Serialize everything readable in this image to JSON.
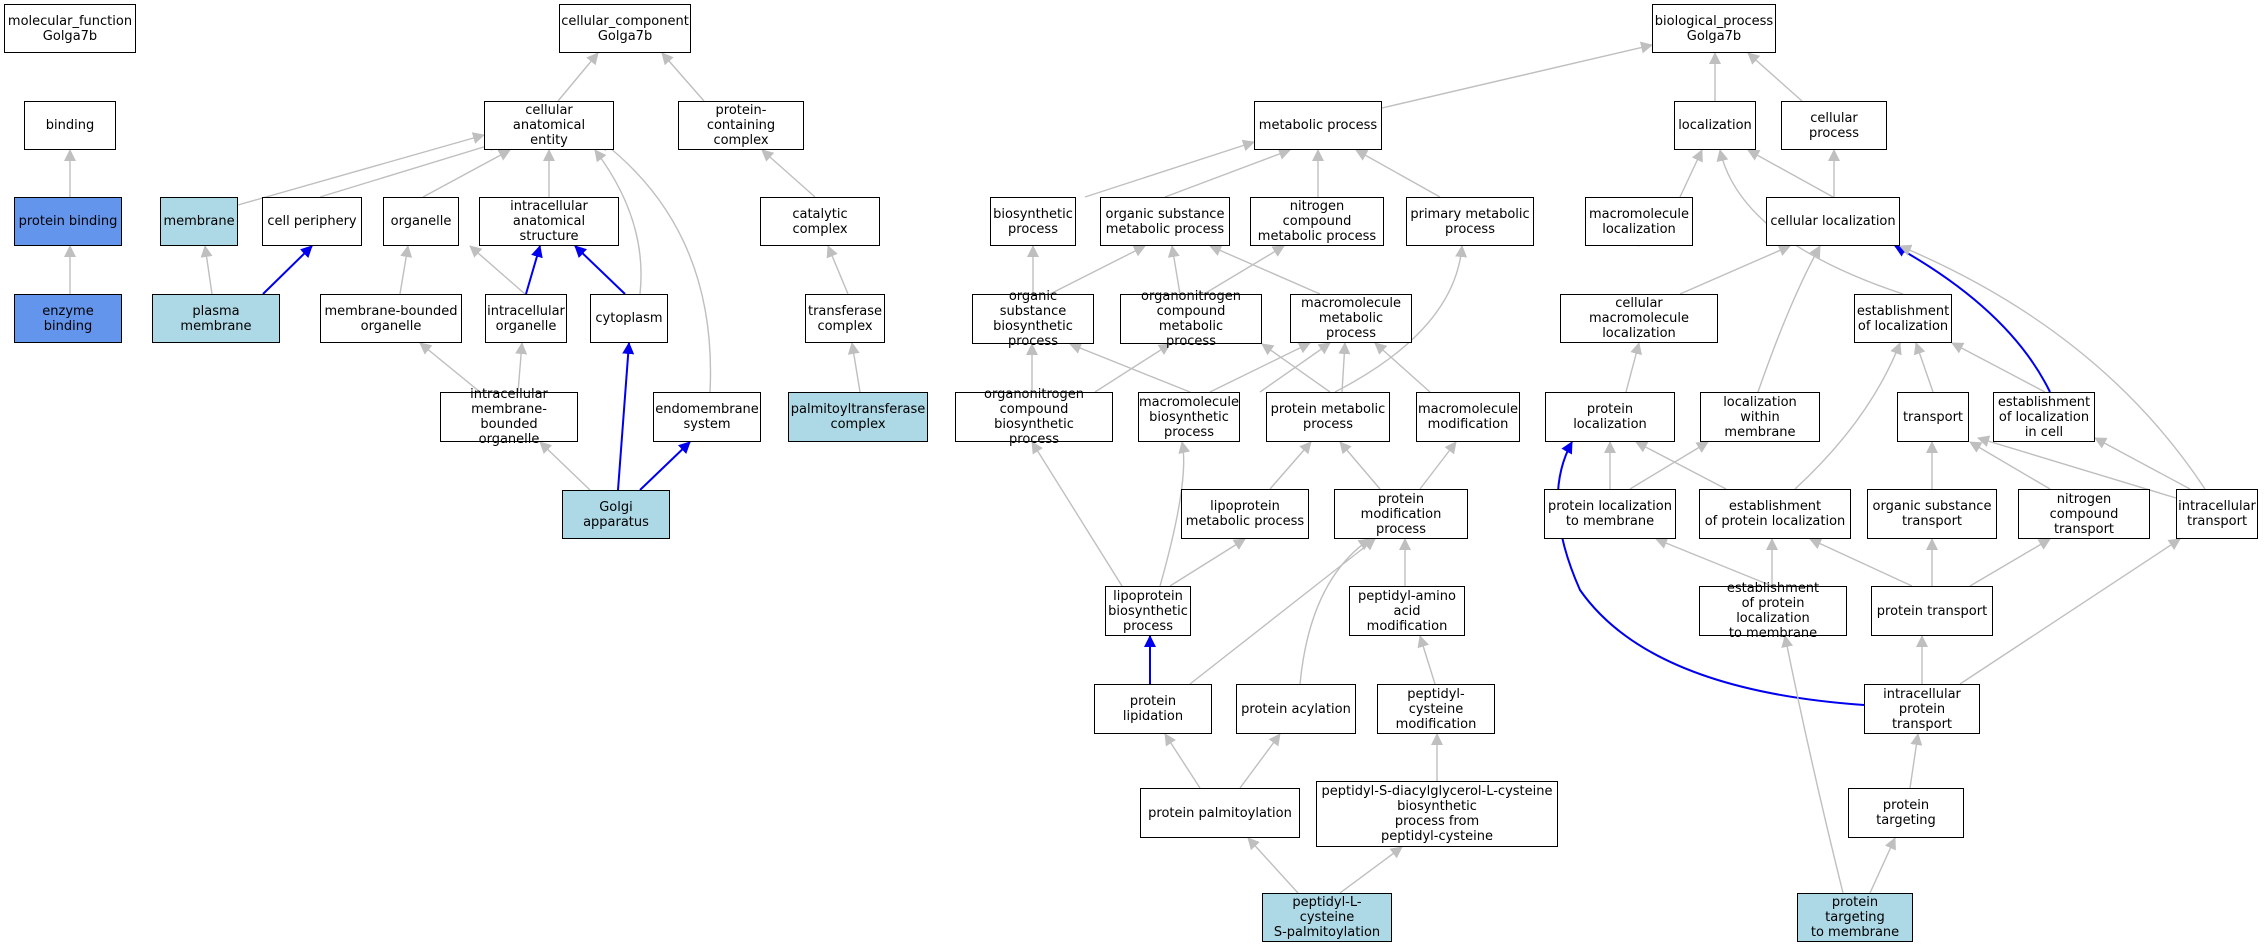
{
  "colors": {
    "edge_default": "#bfbfbf",
    "edge_highlight": "#0000ee",
    "node_light": "#add8e6",
    "node_dark": "#6495ed"
  },
  "nodes": {
    "molecular_function": "molecular_function\nGolga7b",
    "binding": "binding",
    "protein_binding": "protein binding",
    "enzyme_binding": "enzyme binding",
    "cellular_component": "cellular_component\nGolga7b",
    "cellular_anatomical_entity": "cellular anatomical\nentity",
    "protein_containing_complex": "protein-containing\ncomplex",
    "membrane": "membrane",
    "cell_periphery": "cell periphery",
    "organelle": "organelle",
    "intracellular_anatomical_structure": "intracellular\nanatomical structure",
    "catalytic_complex": "catalytic complex",
    "plasma_membrane": "plasma membrane",
    "membrane_bounded_organelle": "membrane-bounded\norganelle",
    "intracellular_organelle": "intracellular\norganelle",
    "cytoplasm": "cytoplasm",
    "transferase_complex": "transferase\ncomplex",
    "intracellular_mbo": "intracellular\nmembrane-bounded\norganelle",
    "endomembrane_system": "endomembrane\nsystem",
    "palmitoyltransferase_complex": "palmitoyltransferase\ncomplex",
    "golgi_apparatus": "Golgi apparatus",
    "biological_process": "biological_process\nGolga7b",
    "metabolic_process": "metabolic process",
    "localization": "localization",
    "cellular_process": "cellular process",
    "biosynthetic_process": "biosynthetic\nprocess",
    "organic_substance_metabolic": "organic substance\nmetabolic process",
    "nitrogen_compound_metabolic": "nitrogen compound\nmetabolic process",
    "primary_metabolic": "primary metabolic\nprocess",
    "macromolecule_localization": "macromolecule\nlocalization",
    "cellular_localization": "cellular localization",
    "organic_substance_biosynthetic": "organic substance\nbiosynthetic\nprocess",
    "organonitrogen_compound_metabolic": "organonitrogen\ncompound metabolic\nprocess",
    "macromolecule_metabolic": "macromolecule\nmetabolic process",
    "cellular_macromolecule_localization": "cellular macromolecule\nlocalization",
    "establishment_of_localization": "establishment\nof localization",
    "organonitrogen_compound_biosynthetic": "organonitrogen\ncompound biosynthetic\nprocess",
    "macromolecule_biosynthetic": "macromolecule\nbiosynthetic\nprocess",
    "protein_metabolic": "protein metabolic\nprocess",
    "macromolecule_modification": "macromolecule\nmodification",
    "protein_localization": "protein localization",
    "localization_within_membrane": "localization\nwithin membrane",
    "transport": "transport",
    "establishment_of_localization_in_cell": "establishment\nof localization\nin cell",
    "lipoprotein_metabolic": "lipoprotein\nmetabolic process",
    "protein_modification_process": "protein modification\nprocess",
    "protein_localization_to_membrane": "protein localization\nto membrane",
    "establishment_of_protein_localization": "establishment\nof protein localization",
    "organic_substance_transport": "organic substance\ntransport",
    "nitrogen_compound_transport": "nitrogen compound\ntransport",
    "intracellular_transport": "intracellular\ntransport",
    "lipoprotein_biosynthetic": "lipoprotein\nbiosynthetic\nprocess",
    "peptidyl_amino_acid_modification": "peptidyl-amino\nacid modification",
    "establishment_of_protein_localization_to_membrane": "establishment\nof protein localization\nto membrane",
    "protein_transport": "protein transport",
    "protein_lipidation": "protein lipidation",
    "protein_acylation": "protein acylation",
    "peptidyl_cysteine_modification": "peptidyl-cysteine\nmodification",
    "intracellular_protein_transport": "intracellular\nprotein transport",
    "protein_palmitoylation": "protein palmitoylation",
    "peptidyl_s_diacylglycerol": "peptidyl-S-diacylglycerol-L-cysteine\nbiosynthetic\nprocess from\npeptidyl-cysteine",
    "protein_targeting": "protein targeting",
    "peptidyl_l_cysteine_s_palmitoylation": "peptidyl-L-cysteine\nS-palmitoylation",
    "protein_targeting_to_membrane": "protein targeting\nto membrane"
  }
}
